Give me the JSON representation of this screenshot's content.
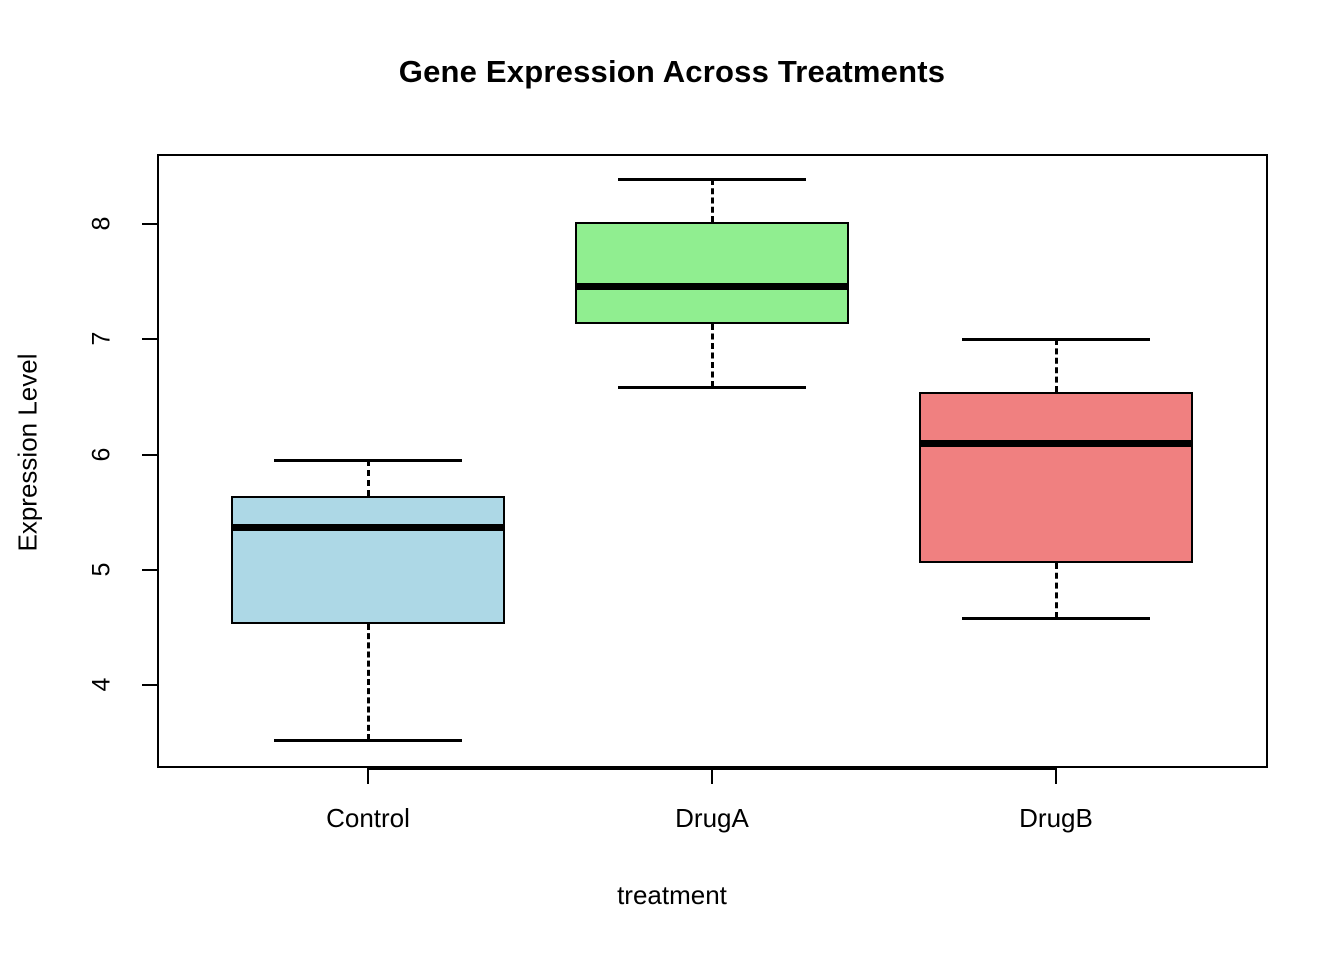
{
  "chart_data": {
    "type": "box",
    "title": "Gene Expression Across Treatments",
    "xlabel": "treatment",
    "ylabel": "Expression Level",
    "categories": [
      "Control",
      "DrugA",
      "DrugB"
    ],
    "ytick_labels": [
      "4",
      "5",
      "6",
      "7",
      "8"
    ],
    "ytick_values": [
      4,
      5,
      6,
      7,
      8
    ],
    "ylim": [
      3.35,
      8.55
    ],
    "grid": false,
    "legend": "none",
    "box_colors": [
      "#ADD8E6",
      "#90EE90",
      "#F08080"
    ],
    "border_color": "#000000",
    "background": "#FFFFFF",
    "boxes": [
      {
        "category": "Control",
        "color": "#ADD8E6",
        "lower_whisker": 3.52,
        "q1": 4.53,
        "median": 5.37,
        "q3": 5.64,
        "upper_whisker": 5.95
      },
      {
        "category": "DrugA",
        "color": "#90EE90",
        "lower_whisker": 6.59,
        "q1": 7.13,
        "median": 7.46,
        "q3": 8.02,
        "upper_whisker": 8.39
      },
      {
        "category": "DrugB",
        "color": "#F08080",
        "lower_whisker": 4.58,
        "q1": 5.06,
        "median": 6.1,
        "q3": 6.54,
        "upper_whisker": 7.0
      }
    ]
  }
}
